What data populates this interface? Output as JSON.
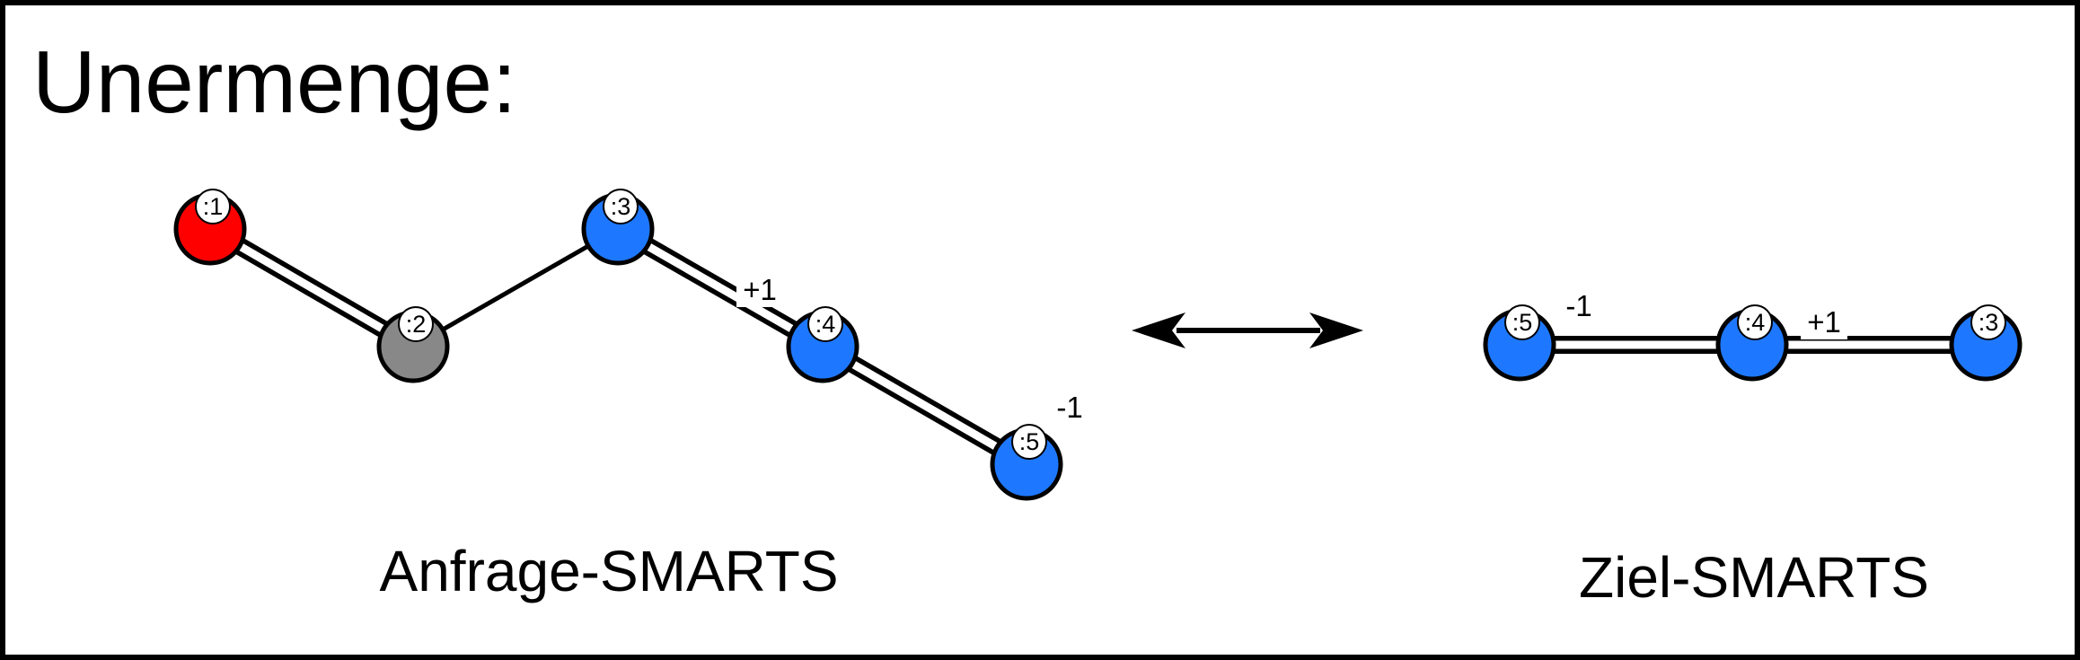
{
  "title": "Unermenge:",
  "colors": {
    "oxygen": "#ff0000",
    "carbon": "#888888",
    "nitrogen": "#1e78ff",
    "frame": "#000000",
    "background": "#ffffff"
  },
  "query": {
    "caption": "Anfrage-SMARTS",
    "atoms": [
      {
        "map": ":1",
        "element": "oxygen",
        "charge": ""
      },
      {
        "map": ":2",
        "element": "carbon",
        "charge": ""
      },
      {
        "map": ":3",
        "element": "nitrogen",
        "charge": ""
      },
      {
        "map": ":4",
        "element": "nitrogen",
        "charge": "+1"
      },
      {
        "map": ":5",
        "element": "nitrogen",
        "charge": "-1"
      }
    ],
    "bonds": [
      {
        "from": 0,
        "to": 1,
        "order": 2
      },
      {
        "from": 1,
        "to": 2,
        "order": 1
      },
      {
        "from": 2,
        "to": 3,
        "order": 2
      },
      {
        "from": 3,
        "to": 4,
        "order": 2
      }
    ]
  },
  "target": {
    "caption": "Ziel-SMARTS",
    "atoms": [
      {
        "map": ":5",
        "element": "nitrogen",
        "charge": "-1"
      },
      {
        "map": ":4",
        "element": "nitrogen",
        "charge": "+1"
      },
      {
        "map": ":3",
        "element": "nitrogen",
        "charge": ""
      }
    ],
    "bonds": [
      {
        "from": 0,
        "to": 1,
        "order": 2
      },
      {
        "from": 1,
        "to": 2,
        "order": 2
      }
    ]
  },
  "arrow": {
    "icon": "double-headed-arrow-icon"
  }
}
